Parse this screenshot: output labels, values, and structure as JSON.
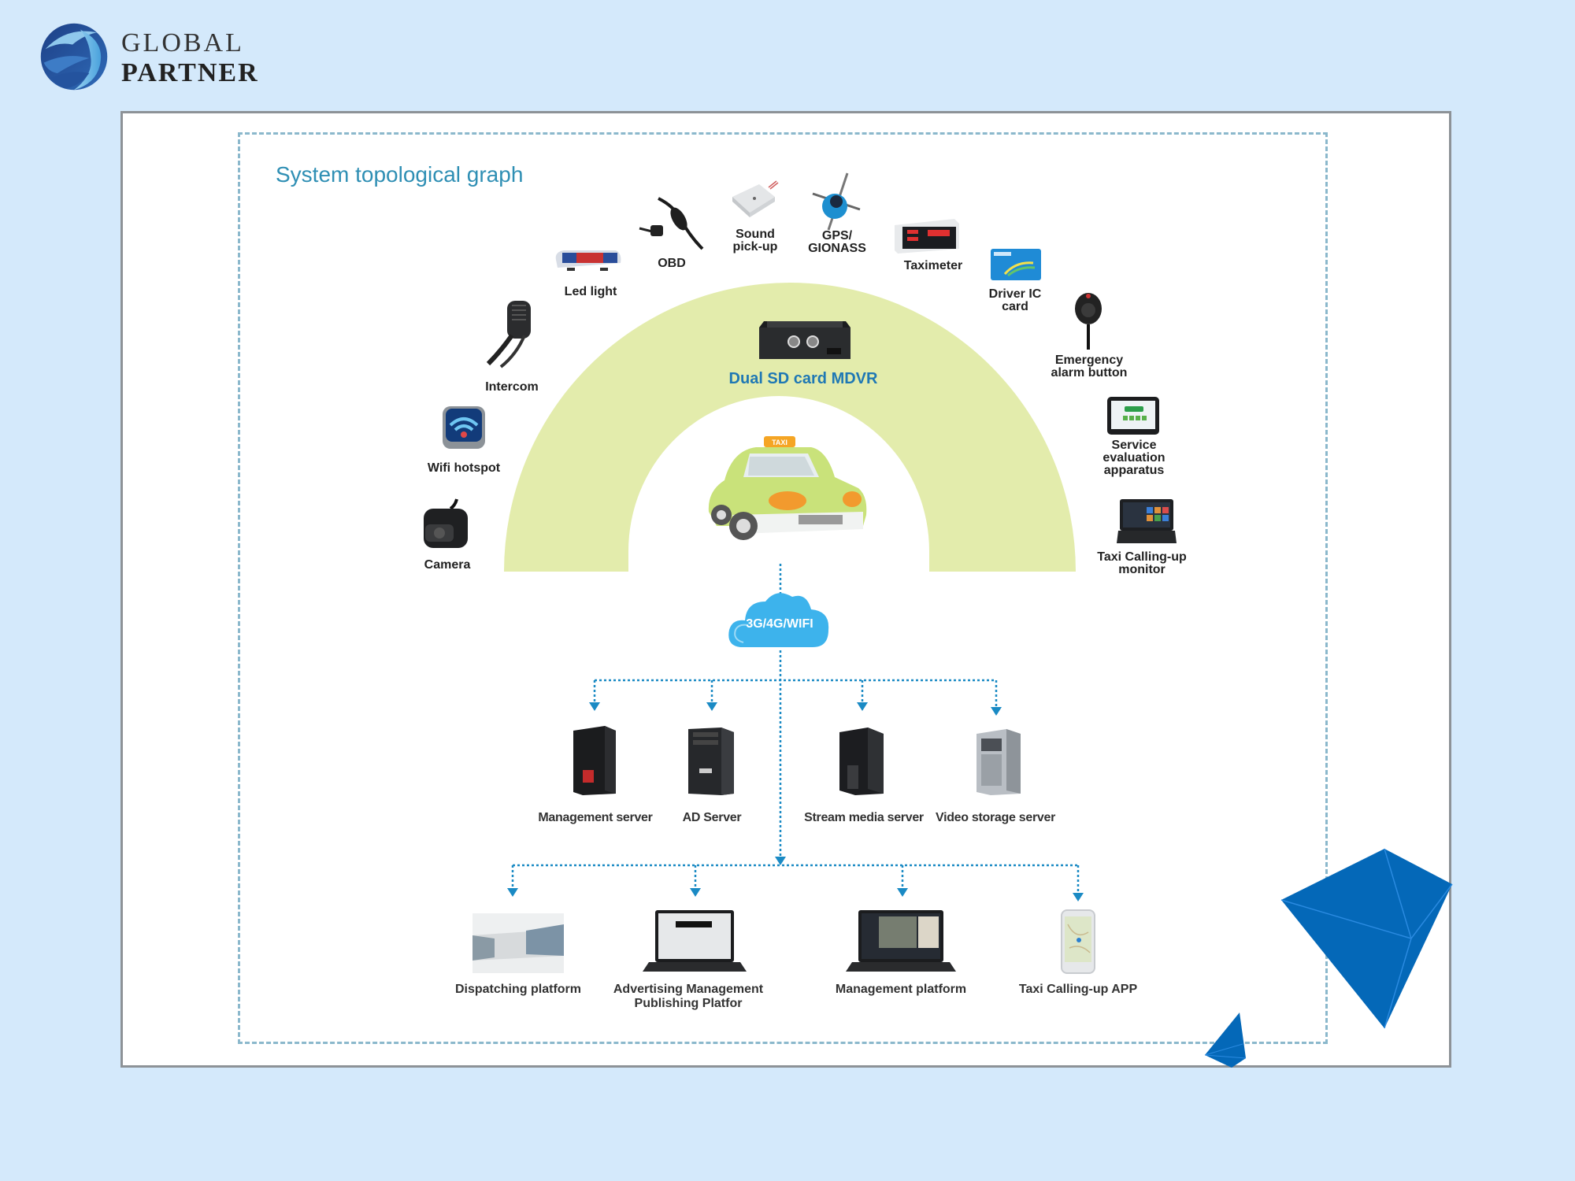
{
  "brand": {
    "line1": "GLOBAL",
    "line2": "PARTNER",
    "logo_icon": "globe-icon",
    "primary_color": "#1e4f95",
    "accent_color": "#5fb0e0"
  },
  "slide": {
    "title": "System topological graph",
    "title_color": "#2f8fb4",
    "page_background": "#d4e9fb",
    "arch_color": "#e3ecac",
    "connector_color": "#1a8ac4"
  },
  "center": {
    "mdvr_label": "Dual SD card MDVR",
    "mdvr_icon": "mdvr-box-icon",
    "vehicle_icon": "taxi-car-icon",
    "taxi_sign": "TAXI"
  },
  "peripherals": [
    {
      "id": "camera",
      "label_lines": [
        "Camera"
      ],
      "icon": "camera-icon"
    },
    {
      "id": "wifi",
      "label_lines": [
        "Wifi hotspot"
      ],
      "icon": "wifi-icon"
    },
    {
      "id": "intercom",
      "label_lines": [
        "Intercom"
      ],
      "icon": "microphone-icon"
    },
    {
      "id": "led",
      "label_lines": [
        "Led light"
      ],
      "icon": "led-light-icon"
    },
    {
      "id": "obd",
      "label_lines": [
        "OBD"
      ],
      "icon": "obd-cable-icon"
    },
    {
      "id": "sound",
      "label_lines": [
        "Sound",
        "pick-up"
      ],
      "icon": "sound-pickup-icon"
    },
    {
      "id": "gps",
      "label_lines": [
        "GPS/",
        "GIONASS"
      ],
      "icon": "gps-antenna-icon"
    },
    {
      "id": "taximeter",
      "label_lines": [
        "Taximeter"
      ],
      "icon": "taximeter-icon"
    },
    {
      "id": "ic",
      "label_lines": [
        "Driver IC",
        "card"
      ],
      "icon": "ic-card-icon"
    },
    {
      "id": "alarm",
      "label_lines": [
        "Emergency",
        "alarm button"
      ],
      "icon": "alarm-button-icon"
    },
    {
      "id": "service",
      "label_lines": [
        "Service",
        "evaluation",
        "apparatus"
      ],
      "icon": "tablet-icon"
    },
    {
      "id": "monitor",
      "label_lines": [
        "Taxi Calling-up",
        "monitor"
      ],
      "icon": "monitor-icon"
    }
  ],
  "network": {
    "label": "3G/4G/WIFI",
    "icon": "cloud-icon"
  },
  "servers": [
    {
      "label": "Management server",
      "icon": "server-tower-icon"
    },
    {
      "label": "AD Server",
      "icon": "server-tower-icon"
    },
    {
      "label": "Stream media server",
      "icon": "server-tower-icon"
    },
    {
      "label": "Video storage server",
      "icon": "server-tower-icon"
    }
  ],
  "platforms": [
    {
      "label_lines": [
        "Dispatching platform"
      ],
      "icon": "control-room-icon"
    },
    {
      "label_lines": [
        "Advertising Management",
        "Publishing Platfor"
      ],
      "icon": "laptop-icon"
    },
    {
      "label_lines": [
        "Management platform"
      ],
      "icon": "laptop-icon"
    },
    {
      "label_lines": [
        "Taxi Calling-up APP"
      ],
      "icon": "smartphone-icon"
    }
  ]
}
